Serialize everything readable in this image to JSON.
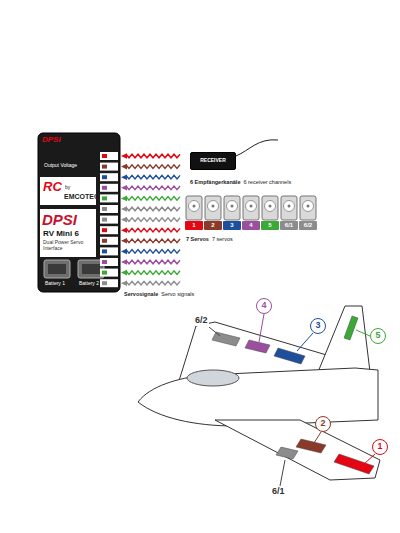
{
  "diagram": {
    "nodes": [
      {
        "text": [
          "DPSI",
          "RC",
          "by",
          "EMCOTEC",
          "DPSI",
          "RV Mini 6",
          "Dual Power Servo Interface"
        ]
      },
      {
        "text": [
          "RECEIVER"
        ]
      },
      {
        "text": [
          "1"
        ]
      },
      {
        "text": [
          "2"
        ]
      },
      {
        "text": [
          "3"
        ]
      },
      {
        "text": [
          "4"
        ]
      },
      {
        "text": [
          "5"
        ]
      },
      {
        "text": [
          "6/1"
        ]
      },
      {
        "text": [
          "6/2"
        ]
      },
      {
        "text": [
          "1"
        ]
      },
      {
        "text": [
          "2"
        ]
      },
      {
        "text": [
          "3"
        ]
      },
      {
        "text": [
          "4"
        ]
      },
      {
        "text": [
          "5"
        ]
      }
    ],
    "labels": [
      "Output Voltage",
      "Battery 1",
      "Battery 2",
      "6 Empfängerkanäle",
      "6 receiver channels",
      "7 Servos",
      "7 servos",
      "Servosignale",
      "Servo signals",
      "6/2",
      "6/1"
    ]
  }
}
